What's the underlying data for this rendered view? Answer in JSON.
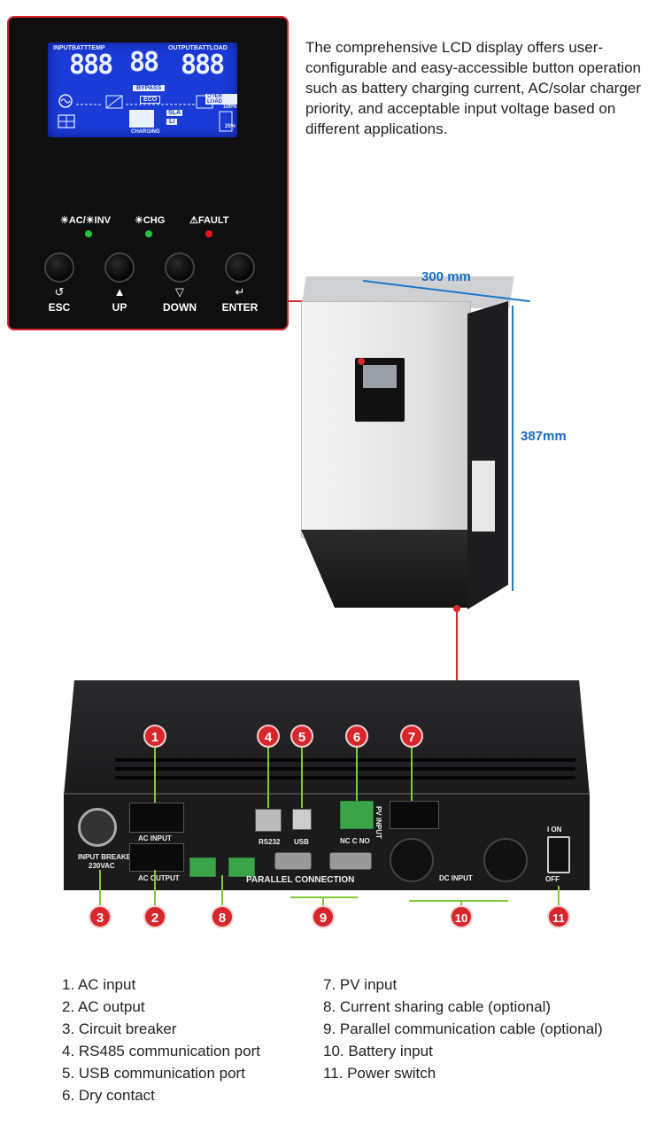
{
  "lcd": {
    "top_left": "INPUTBATTTEMP",
    "top_right": "OUTPUTBATTLOAD",
    "left_digits": "888",
    "center_digits": "88",
    "right_digits": "888",
    "bypass": "BYPASS",
    "eco": "ECO",
    "overload": "OVER LOAD",
    "charging": "CHARGING",
    "sla": "SLA",
    "li": "Li",
    "pct100": "100%",
    "pct25": "25%"
  },
  "indicators": [
    {
      "label": "☀AC/☀INV",
      "color": "#22c33a"
    },
    {
      "label": "☀CHG",
      "color": "#22c33a"
    },
    {
      "label": "⚠FAULT",
      "color": "#e3161a"
    }
  ],
  "buttons": [
    {
      "symbol": "↺",
      "label": "ESC"
    },
    {
      "symbol": "▲",
      "label": "UP"
    },
    {
      "symbol": "▽",
      "label": "DOWN"
    },
    {
      "symbol": "↵",
      "label": "ENTER"
    }
  ],
  "description": "The comprehensive LCD display offers user-configurable and easy-accessible button operation such as battery charging current, AC/solar charger priority, and acceptable input voltage based on different applications.",
  "dimensions": {
    "width": "300 mm",
    "height": "387mm"
  },
  "rear_labels": {
    "ac_input": "AC INPUT",
    "ac_output": "AC OUTPUT",
    "breaker": "INPUT BREAKER",
    "breaker_v": "230VAC",
    "rs232": "RS232",
    "usb": "USB",
    "dry": "NC C NO",
    "pv": "PV INPUT",
    "parallel": "PARALLEL CONNECTION",
    "dc_input": "DC INPUT",
    "on": "I ON",
    "off": "OFF"
  },
  "callouts": [
    "1",
    "2",
    "3",
    "4",
    "5",
    "6",
    "7",
    "8",
    "9",
    "10",
    "11"
  ],
  "legend_left": [
    "1. AC input",
    "2. AC output",
    "3. Circuit breaker",
    "4. RS485 communication port",
    "5. USB communication port",
    "6. Dry contact"
  ],
  "legend_right": [
    "7. PV input",
    "8. Current sharing cable (optional)",
    "9. Parallel communication cable (optional)",
    "10. Battery input",
    "11. Power switch"
  ]
}
